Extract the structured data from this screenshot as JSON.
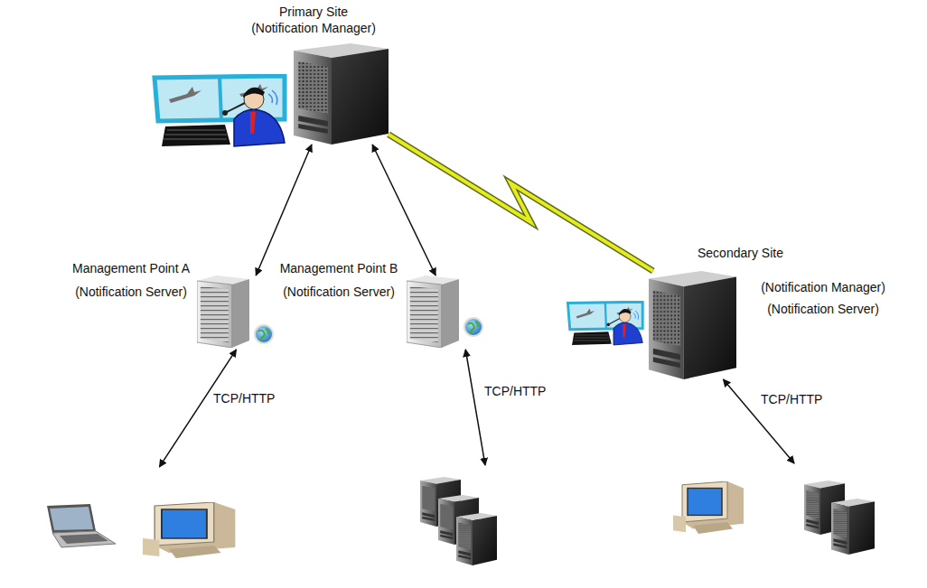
{
  "diagram": {
    "nodes": [
      {
        "text": [
          "Primary Site (Notification Manager)"
        ]
      },
      {
        "text": [
          "Management Point A (Notification Server)"
        ]
      },
      {
        "text": [
          "Management Point B (Notification Server)"
        ]
      },
      {
        "text": [
          "Secondary Site",
          "(Notification Manager) (Notification Server)"
        ]
      },
      {
        "text": []
      },
      {
        "text": []
      },
      {
        "text": []
      }
    ],
    "edges": [
      {
        "from": 0,
        "to": 1,
        "arrow": "both"
      },
      {
        "from": 0,
        "to": 2,
        "arrow": "both"
      },
      {
        "from": 0,
        "to": 3,
        "arrow": "none"
      },
      {
        "from": 1,
        "to": 4,
        "label": "TCP/HTTP",
        "arrow": "both"
      },
      {
        "from": 2,
        "to": 5,
        "label": "TCP/HTTP",
        "arrow": "both"
      },
      {
        "from": 3,
        "to": 6,
        "label": "TCP/HTTP",
        "arrow": "both"
      }
    ]
  }
}
